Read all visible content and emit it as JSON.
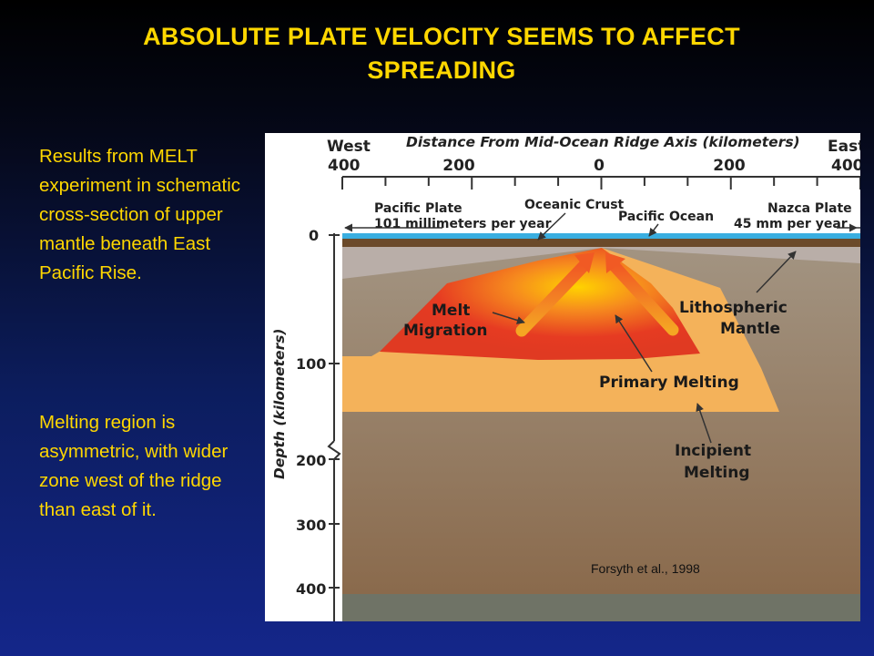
{
  "slide": {
    "title": "ABSOLUTE PLATE VELOCITY SEEMS TO AFFECT SPREADING",
    "bullets": [
      "Results from MELT experiment in schematic cross-section of upper mantle beneath East Pacific Rise.",
      "Melting region is asymmetric, with wider zone west of the ridge than east of it."
    ],
    "colors": {
      "background": "#0c1d5e",
      "text": "#ffd700"
    }
  },
  "figure": {
    "top_axis": {
      "title": "Distance From Mid-Ocean Ridge Axis (kilometers)",
      "west": "West",
      "east": "East",
      "ticks": [
        "400",
        "200",
        "0",
        "200",
        "400"
      ]
    },
    "depth_axis": {
      "title": "Depth (kilometers)",
      "ticks": [
        "0",
        "100",
        "200",
        "300",
        "400"
      ]
    },
    "labels": {
      "pacific_plate": "Pacific Plate",
      "pacific_rate": "101 millimeters per year",
      "oceanic_crust": "Oceanic Crust",
      "pacific_ocean": "Pacific Ocean",
      "nazca_plate": "Nazca Plate",
      "nazca_rate": "45 mm per year",
      "melt": "Melt",
      "migration": "Migration",
      "lithospheric": "Lithospheric",
      "mantle": "Mantle",
      "primary_melting": "Primary Melting",
      "incipient": "Incipient",
      "melting": "Melting"
    },
    "credit": "Forsyth et al., 1998",
    "colors": {
      "ocean": "#3aaee0",
      "crust": "#6b4a2a",
      "lithosphere": "#b9aea8",
      "mantle": "#8c6b4e",
      "incipient_melt": "#f4b25a",
      "melt_region": "#e63b22",
      "melt_core": "#ffd200"
    }
  }
}
